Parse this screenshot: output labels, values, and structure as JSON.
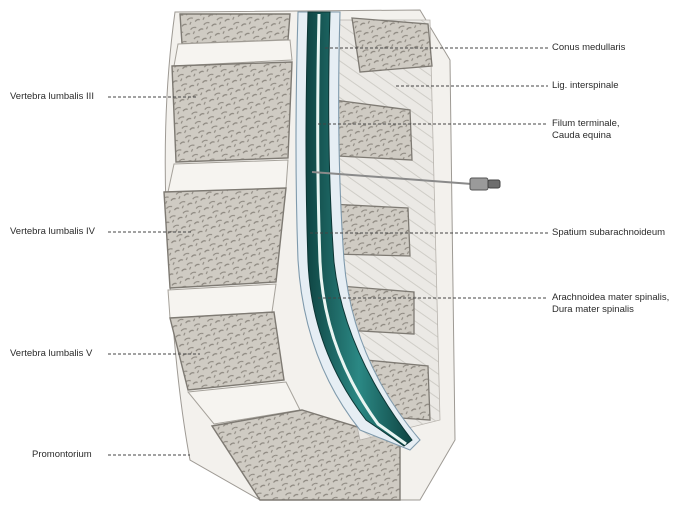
{
  "labels_left": {
    "vertebra_l3": "Vertebra lumbalis III",
    "vertebra_l4": "Vertebra lumbalis IV",
    "vertebra_l5": "Vertebra lumbalis V",
    "promontorium": "Promontorium"
  },
  "labels_right": {
    "conus": "Conus medullaris",
    "lig_interspinale": "Lig. interspinale",
    "filum_line1": "Filum terminale,",
    "filum_line2": "Cauda equina",
    "spatium": "Spatium subarachnoideum",
    "arachnoidea_line1": "Arachnoidea mater spinalis,",
    "arachnoidea_line2": "Dura mater spinalis"
  },
  "colors": {
    "bone": "#cdc9c1",
    "bone_dark": "#8f8a82",
    "disc": "#f4f2ee",
    "cord": "#1f6f6c",
    "cord_dark": "#0f4442",
    "ligament": "#e9e7e3"
  },
  "icons": {
    "needle": "spinal-needle-icon"
  }
}
